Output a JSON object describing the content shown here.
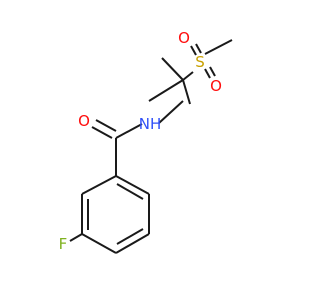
{
  "molecule": {
    "atoms": {
      "oxygen_carbonyl": "O",
      "nitrogen": "NH",
      "sulfur": "S",
      "oxygen_sulfonyl_top": "O",
      "oxygen_sulfonyl_bottom": "O",
      "fluorine": "F"
    },
    "colors": {
      "bond": "#1a1a1a",
      "oxygen": "#ff0d0d",
      "nitrogen": "#3050f8",
      "sulfur": "#c8a000",
      "fluorine": "#7fb21f"
    }
  }
}
